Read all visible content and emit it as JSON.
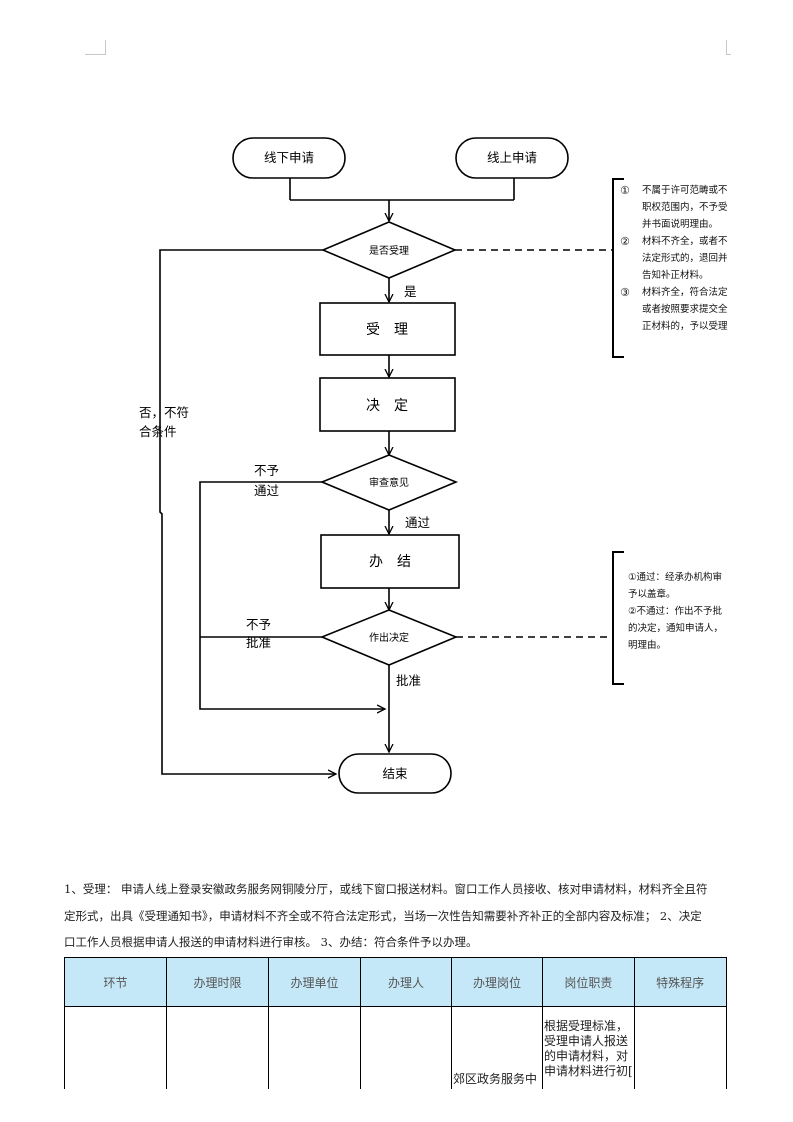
{
  "flowchart": {
    "start_offline": "线下申请",
    "start_online": "线上申请",
    "decision_accept": "是否受理",
    "label_yes": "是",
    "step_accept": "受　理",
    "step_decide": "决　定",
    "label_reject": "否，不符合条件",
    "label_reject_line1": "否，不符",
    "label_reject_line2": "合条件",
    "decision_review": "审查意见",
    "label_not_pass_line1": "不予",
    "label_not_pass_line2": "通过",
    "label_pass": "通过",
    "step_complete": "办　结",
    "decision_make": "作出决定",
    "label_not_approve_line1": "不予",
    "label_not_approve_line2": "批准",
    "label_approve": "批准",
    "end": "结束"
  },
  "notes": {
    "accept_notes": [
      {
        "num": "①",
        "text": "不属于许可范畴或不\n职权范围内，不予受\n并书面说明理由。"
      },
      {
        "num": "②",
        "text": "材料不齐全，或者不\n法定形式的，退回并\n告知补正材料。"
      },
      {
        "num": "③",
        "text": "材料齐全，符合法定\n或者按照要求提交全\n正材料的，予以受理"
      }
    ],
    "decision_notes": "①通过：经承办机构审\n予以盖章。\n②不通过：作出不予批\n的决定，通知申请人，\n明理由。"
  },
  "description": {
    "line1": "1、受理： 申请人线上登录安徽政务服务网铜陵分厅，或线下窗口报送材料。窗口工作人员接收、核对申请材料，材料齐全且符",
    "line2": "定形式，出具《受理通知书》，申请材料不齐全或不符合法定形式，当场一次性告知需要补齐补正的全部内容及标准； 2、决定",
    "line3": "口工作人员根据申请人报送的申请材料进行审核。 3、办结：符合条件予以办理。"
  },
  "table": {
    "headers": [
      "环节",
      "办理时限",
      "办理单位",
      "办理人",
      "办理岗位",
      "岗位职责",
      "特殊程序"
    ],
    "rows": [
      [
        "",
        "",
        "",
        "",
        "郊区政务服务中",
        "根据受理标准，\n受理申请人报送\n的申请材料，对\n申请材料进行初[",
        ""
      ]
    ]
  }
}
